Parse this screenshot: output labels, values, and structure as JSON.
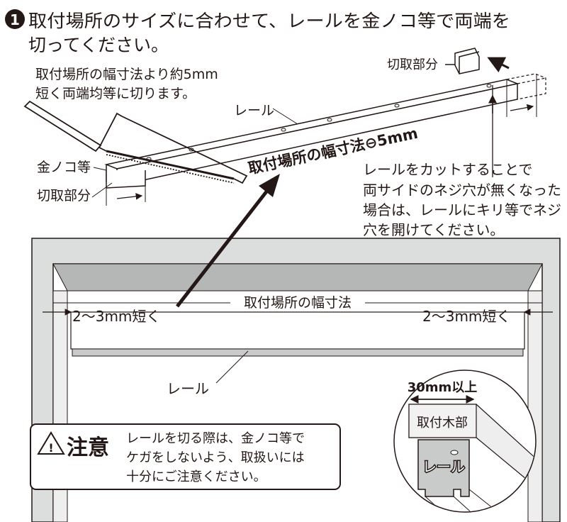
{
  "step": {
    "number": "1",
    "title_line1": "取付場所のサイズに合わせて、レールを金ノコ等で両端を",
    "title_line2": "切ってください。"
  },
  "cut_note": {
    "line1": "取付場所の幅寸法より約5mm",
    "line2": "短く両端均等に切ります。"
  },
  "labels": {
    "cut_piece_right": "切取部分",
    "cut_piece_left": "切取部分",
    "rail_top": "レール",
    "saw": "金ノコ等",
    "rail_length": "取付場所の幅寸法⊖5mm",
    "rail_bottom": "レール",
    "width_dimension": "取付場所の幅寸法",
    "short_left": "2～3mm短く",
    "short_right": "2～3mm短く"
  },
  "hole_note": {
    "line1": "レールをカットすることで",
    "line2": "両サイドのネジ穴が無くなった",
    "line3": "場合は、レールにキリ等でネジ",
    "line4": "穴を開けてください。"
  },
  "detail": {
    "min_width": "30mm以上",
    "wood": "取付木部",
    "rail": "レール"
  },
  "caution": {
    "icon": "warning-triangle-icon",
    "heading": "注意",
    "line1": "レールを切る際は、金ノコ等で",
    "line2": "ケガをしないよう、取扱いには",
    "line3": "十分にご注意ください。"
  },
  "colors": {
    "ink": "#231815",
    "gray": "#c9caca",
    "light": "#e6e6e6"
  }
}
